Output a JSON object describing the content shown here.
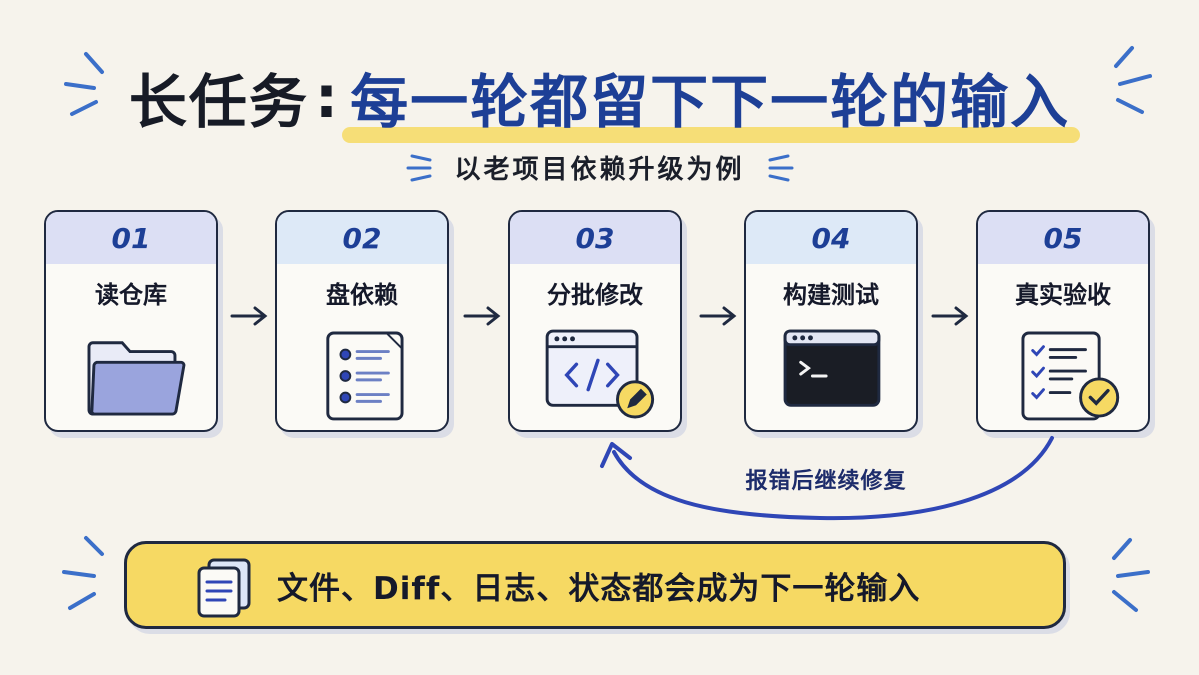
{
  "title": {
    "part1": "长任务",
    "separator": ":",
    "part2": "每一轮都留下下一轮的输入"
  },
  "subtitle": "以老项目依赖升级为例",
  "steps": [
    {
      "num": "01",
      "label": "读仓库",
      "icon": "folder-icon",
      "band_color": "#dcdff4"
    },
    {
      "num": "02",
      "label": "盘依赖",
      "icon": "checklist-icon",
      "band_color": "#dde9f7"
    },
    {
      "num": "03",
      "label": "分批修改",
      "icon": "code-edit-icon",
      "band_color": "#dcdff4"
    },
    {
      "num": "04",
      "label": "构建测试",
      "icon": "terminal-icon",
      "band_color": "#dde9f7"
    },
    {
      "num": "05",
      "label": "真实验收",
      "icon": "checklist-check-icon",
      "band_color": "#dcdff4"
    }
  ],
  "loop_label": "报错后继续修复",
  "banner": {
    "text": "文件、Diff、日志、状态都会成为下一轮输入",
    "icon": "documents-icon"
  },
  "colors": {
    "accent_blue": "#1d3f96",
    "highlight_yellow": "#f6d963",
    "ink": "#1f2940",
    "background": "#f6f3ec"
  }
}
